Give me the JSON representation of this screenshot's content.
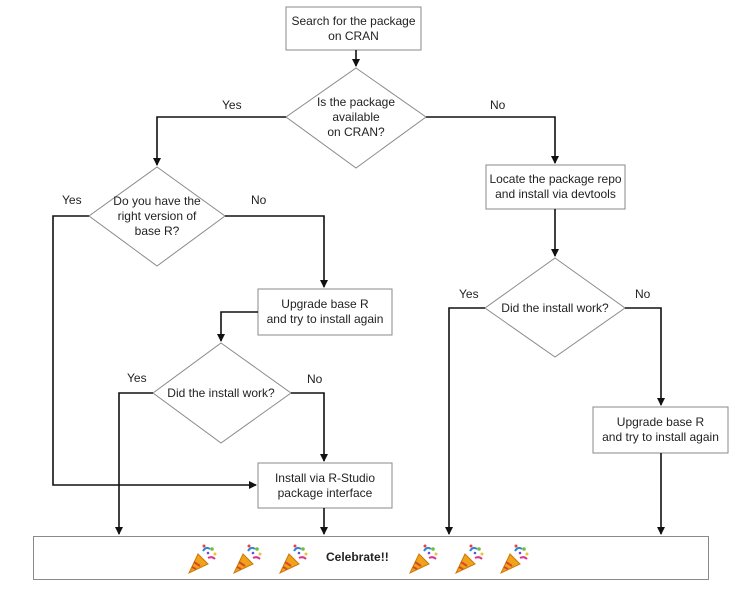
{
  "nodes": {
    "search_cran": "Search for the package\non CRAN",
    "available_cran": "Is the package\navailable\non CRAN?",
    "right_version": "Do you have the\nright version of\nbase R?",
    "locate_repo": "Locate the package repo\nand install via devtools",
    "upgrade_left": "Upgrade base R\nand try to install again",
    "install_work_right": "Did the install work?",
    "install_work_left": "Did the install work?",
    "upgrade_right": "Upgrade base R\nand try to install again",
    "install_rstudio": "Install via R-Studio\npackage interface",
    "celebrate": "Celebrate!!"
  },
  "edge_labels": {
    "cran_yes": "Yes",
    "cran_no": "No",
    "version_yes": "Yes",
    "version_no": "No",
    "work_right_yes": "Yes",
    "work_right_no": "No",
    "work_left_yes": "Yes",
    "work_left_no": "No"
  },
  "icons": [
    "party-popper-icon",
    "party-popper-icon",
    "party-popper-icon",
    "party-popper-icon",
    "party-popper-icon",
    "party-popper-icon"
  ]
}
